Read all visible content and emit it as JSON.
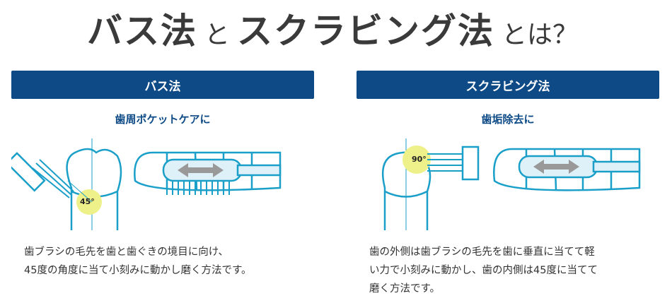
{
  "title": {
    "part1": "バス法",
    "part2": "と",
    "part3": "スクラビング法",
    "part4": "とは？"
  },
  "colors": {
    "header": "#0d4a86",
    "line": "#1a9fc9",
    "highlight": "#eef08a"
  },
  "bass": {
    "header": "バス法",
    "subtitle": "歯周ポケットケアに",
    "angle": "45°",
    "description": [
      "歯ブラシの毛先を歯と歯ぐきの境目に向け、",
      "45度の角度に当て小刻みに動かし磨く方法です。"
    ]
  },
  "scrubbing": {
    "header": "スクラビング法",
    "subtitle": "歯垢除去に",
    "angle": "90°",
    "description": [
      "歯の外側は歯ブラシの毛先を歯に垂直に当てて軽",
      "い力で小刻みに動かし、歯の内側は45度に当てて",
      "磨く方法です。"
    ]
  }
}
